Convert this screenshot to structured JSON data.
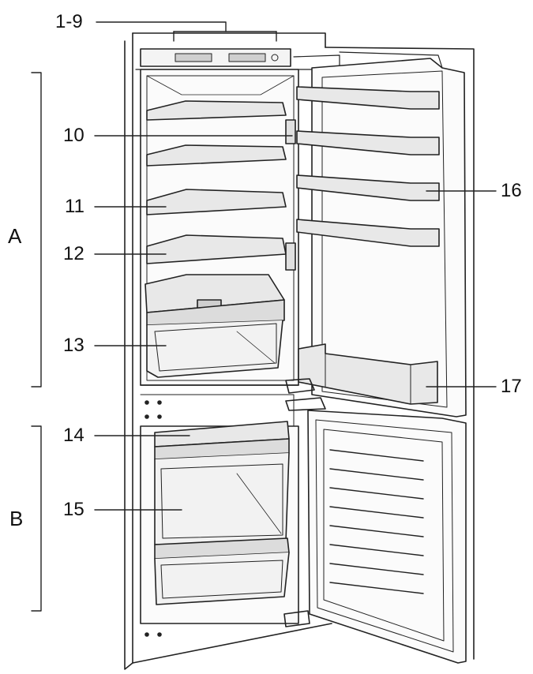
{
  "labels": {
    "controls": "1-9",
    "shelf_rail": "10",
    "shelf_1": "11",
    "shelf_2": "12",
    "vegetable_drawer": "13",
    "freezer_drawer_top": "14",
    "freezer_drawer_bottom": "15",
    "door_shelf": "16",
    "bottle_shelf": "17",
    "fridge_compartment": "A",
    "freezer_compartment": "B"
  },
  "colors": {
    "line": "#222222",
    "shelf_fill": "#e8e8e8",
    "panel_fill": "#f4f4f4",
    "shade": "#cfcfcf"
  }
}
